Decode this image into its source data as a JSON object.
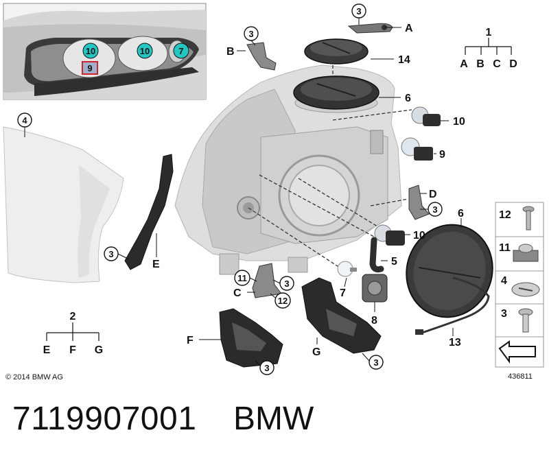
{
  "inset": {
    "callouts": [
      {
        "num": "10",
        "fill": "#22c7c3"
      },
      {
        "num": "10",
        "fill": "#22c7c3"
      },
      {
        "num": "7",
        "fill": "#22c7c3"
      },
      {
        "num": "9",
        "fill": "#9fb0c8"
      }
    ]
  },
  "callouts": {
    "c3_a": "3",
    "c3_b": "3",
    "c3_d": "3",
    "c3_e": "3",
    "c3_c": "3",
    "c3_f": "3",
    "c3_g": "3",
    "c4": "4",
    "c14": "14",
    "c6a": "6",
    "c6b": "6",
    "c10a": "10",
    "c10b": "10",
    "c9": "9",
    "c5": "5",
    "c7": "7",
    "c8": "8",
    "c11": "11",
    "c12": "12",
    "c13": "13"
  },
  "letters": {
    "A": "A",
    "B": "B",
    "C": "C",
    "D": "D",
    "E": "E",
    "F": "F",
    "G": "G"
  },
  "tree1": {
    "root": "1",
    "leaves": [
      "A",
      "B",
      "C",
      "D"
    ]
  },
  "tree2": {
    "root": "2",
    "leaves": [
      "E",
      "F",
      "G"
    ]
  },
  "fastener_panel": {
    "items": [
      {
        "num": "12",
        "name": "screw"
      },
      {
        "num": "11",
        "name": "clip-nut"
      },
      {
        "num": "4",
        "name": "expanding-rivet"
      },
      {
        "num": "3",
        "name": "self-tapping-screw"
      }
    ],
    "ref": "436811"
  },
  "copyright": "© 2014 BMW AG",
  "footer": {
    "part_number": "7119907001",
    "brand": "BMW"
  },
  "colors": {
    "accent": "#22c7c3",
    "highlight_box": "#d2222b",
    "part_dark": "#2b2b2b",
    "housing": "#dcdcdc"
  }
}
